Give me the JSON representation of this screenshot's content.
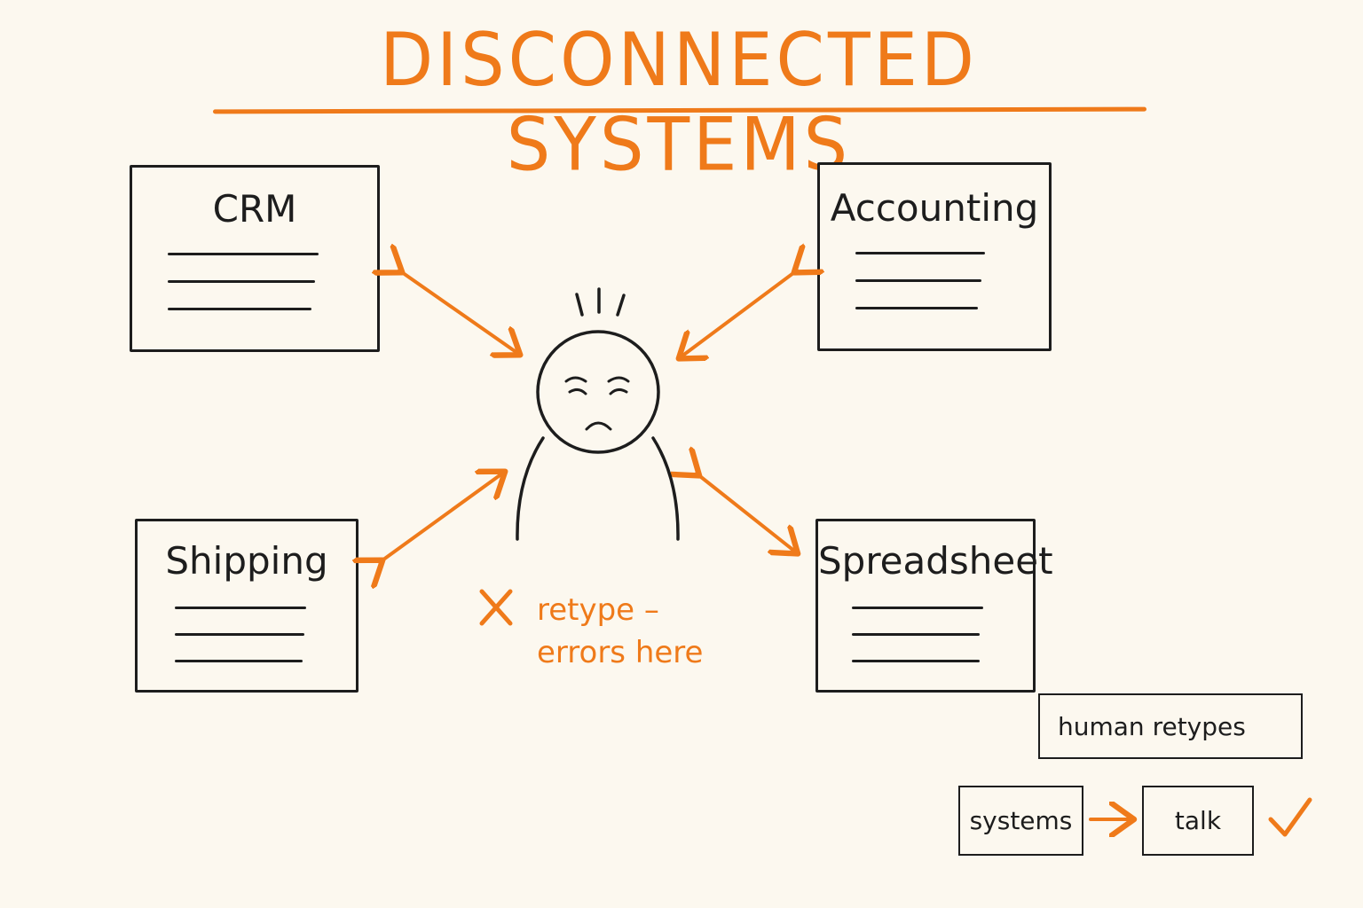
{
  "title": "DISCONNECTED SYSTEMS",
  "systems": {
    "crm": "CRM",
    "accounting": "Accounting",
    "shipping": "Shipping",
    "spreadsheet": "Spreadsheet"
  },
  "note": {
    "line1": "retype –",
    "line2": "errors here"
  },
  "legend": {
    "human_retypes": "human retypes",
    "systems": "systems",
    "talk": "talk"
  },
  "colors": {
    "accent": "#ef7a1a",
    "ink": "#1d1d1d",
    "paper": "#fcf8ef"
  }
}
